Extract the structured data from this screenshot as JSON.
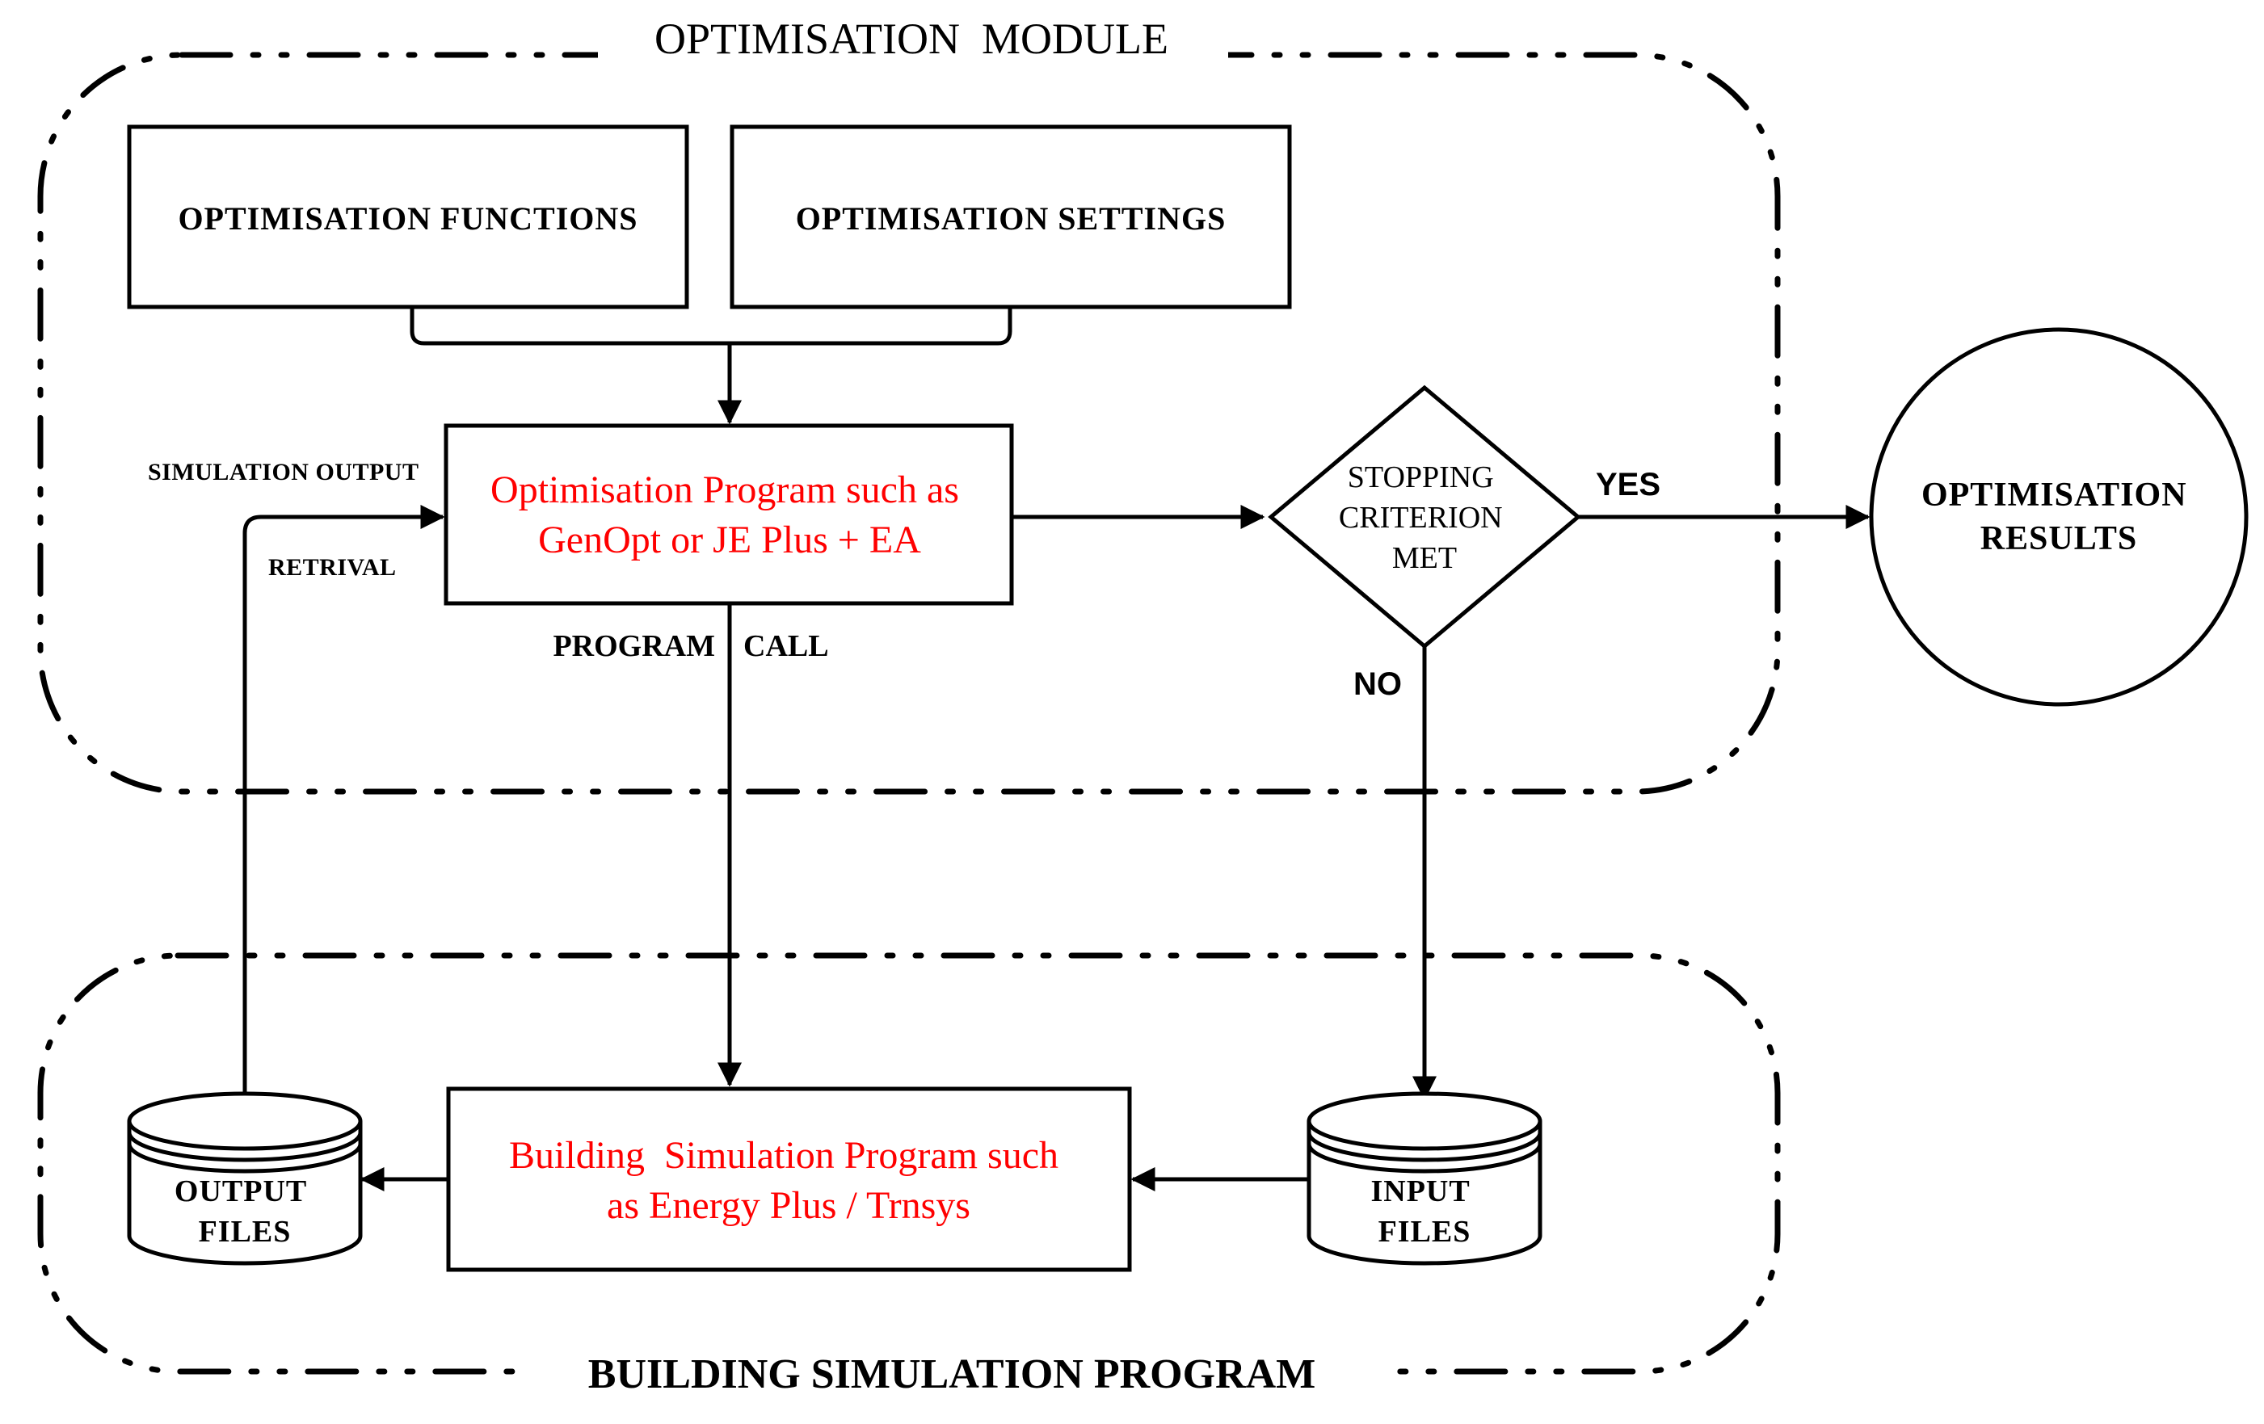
{
  "regions": {
    "optimisation_module": "OPTIMISATION  MODULE",
    "building_simulation": "BUILDING SIMULATION PROGRAM"
  },
  "boxes": {
    "functions": "OPTIMISATION FUNCTIONS",
    "settings": "OPTIMISATION SETTINGS",
    "opt_program": [
      "Optimisation Program such as",
      "GenOpt or JE Plus + EA"
    ],
    "sim_program": [
      "Building  Simulation Program such",
      "as Energy Plus / Trnsys"
    ],
    "stopping": [
      "STOPPING",
      "CRITERION",
      "MET"
    ],
    "results": [
      "OPTIMISATION",
      "RESULTS"
    ],
    "output_files": [
      "OUTPUT",
      "FILES"
    ],
    "input_files": [
      "INPUT",
      "FILES"
    ]
  },
  "labels": {
    "yes": "YES",
    "no": "NO",
    "simulation_output": "SIMULATION OUTPUT",
    "retrival": "RETRIVAL",
    "program": "PROGRAM",
    "call": "CALL"
  },
  "colors": {
    "program_text": "#ff0000",
    "stroke": "#000000"
  }
}
